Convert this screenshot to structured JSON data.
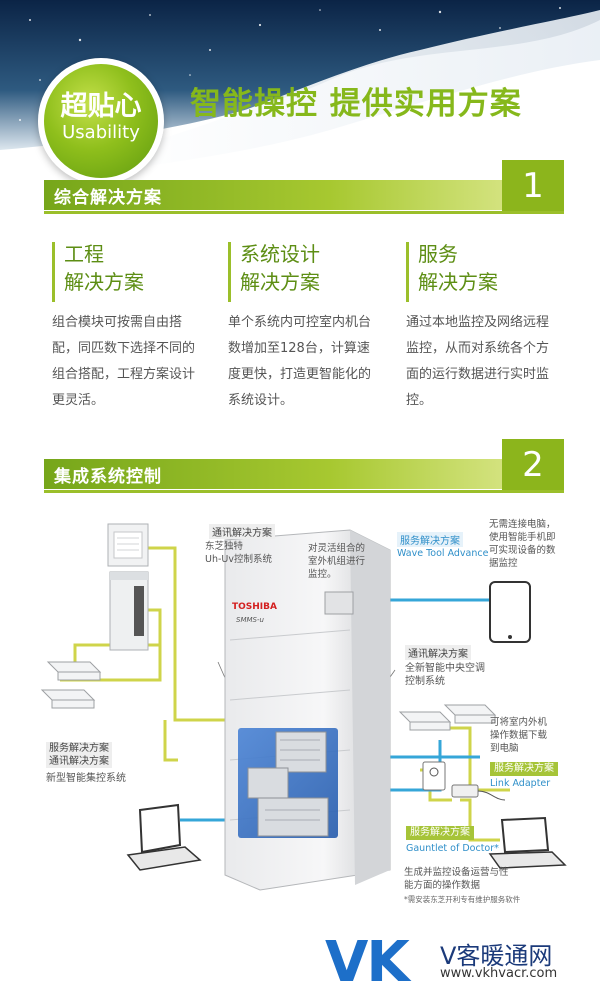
{
  "header": {
    "badge_cn": "超贴心",
    "badge_en": "Usability",
    "headline": "智能操控  提供实用方案"
  },
  "section1": {
    "title": "综合解决方案",
    "number": "1",
    "columns": [
      {
        "title_line1": "工程",
        "title_line2": "解决方案",
        "body": "组合模块可按需自由搭配，同匹数下选择不同的组合搭配，工程方案设计更灵活。"
      },
      {
        "title_line1": "系统设计",
        "title_line2": "解决方案",
        "body": "单个系统内可控室内机台数增加至128台，计算速度更快，打造更智能化的系统设计。"
      },
      {
        "title_line1": "服务",
        "title_line2": "解决方案",
        "body": "通过本地监控及网络远程监控，从而对系统各个方面的运行数据进行实时监控。"
      }
    ]
  },
  "section2": {
    "title": "集成系统控制",
    "number": "2"
  },
  "diagram": {
    "comm_tag_1": "通讯解决方案",
    "comm_desc_1_l1": "东芝独特",
    "comm_desc_1_l2": "Uh-Uv控制系统",
    "combo_desc_l1": "对灵活组合的",
    "combo_desc_l2": "室外机组进行",
    "combo_desc_l3": "监控。",
    "brand": "TOSHIBA",
    "model": "SMMS-u",
    "service_tag_1": "服务解决方案",
    "service_en_1": "Wave Tool Advance",
    "phone_desc_l1": "无需连接电脑，",
    "phone_desc_l2": "使用智能手机即",
    "phone_desc_l3": "可实现设备的数",
    "phone_desc_l4": "据监控",
    "comm_tag_2": "通讯解决方案",
    "comm_desc_2_l1": "全新智能中央空调",
    "comm_desc_2_l2": "控制系统",
    "left_tag_l1": "服务解决方案",
    "left_tag_l2": "通讯解决方案",
    "left_desc": "新型智能集控系统",
    "indoor_desc_l1": "可将室内外机",
    "indoor_desc_l2": "操作数据下载",
    "indoor_desc_l3": "到电脑",
    "service_tag_2": "服务解决方案",
    "service_en_2": "Link Adapter",
    "service_tag_3": "服务解决方案",
    "service_en_3": "Gauntlet of Doctor*",
    "gauntlet_desc_l1": "生成并监控设备运营与性",
    "gauntlet_desc_l2": "能方面的操作数据",
    "footnote": "*需安装东芝开利专有维护服务软件"
  },
  "logo": {
    "mark": "VK",
    "name_cn": "V客暖通网",
    "url": "www.vkhvacr.com"
  },
  "colors": {
    "accent_green": "#86b81b",
    "bar_green": "#8cb51c",
    "cable_yellow": "#cfd44a",
    "cable_blue": "#35a6d8",
    "logo_blue": "#1d6fc9"
  }
}
